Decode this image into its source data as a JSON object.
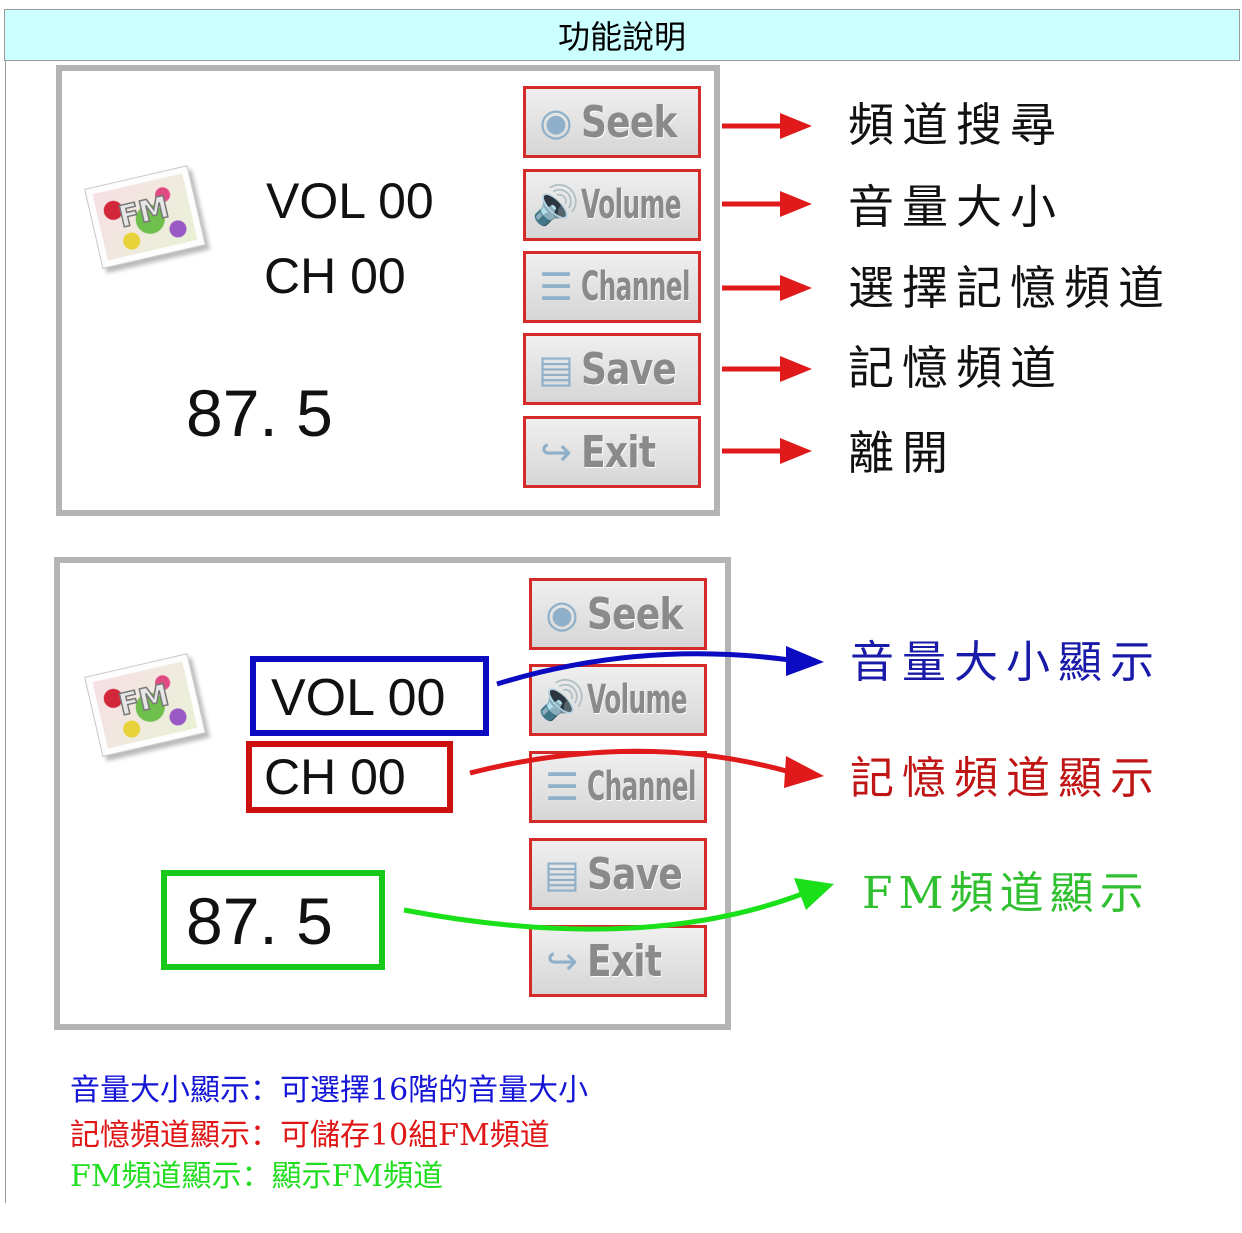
{
  "header": {
    "title": "功能說明"
  },
  "top_panel": {
    "volume_readout": "VOL 00",
    "channel_readout": "CH 00",
    "frequency_readout": "87. 5",
    "logo_text": "FM",
    "buttons": [
      {
        "label": "Seek",
        "icon": "radio-tower-icon"
      },
      {
        "label": "Volume",
        "icon": "speaker-icon"
      },
      {
        "label": "Channel",
        "icon": "channel-list-icon"
      },
      {
        "label": "Save",
        "icon": "save-disk-icon"
      },
      {
        "label": "Exit",
        "icon": "exit-arrow-icon"
      }
    ],
    "annotations": [
      "頻道搜尋",
      "音量大小",
      "選擇記憶頻道",
      "記憶頻道",
      "離開"
    ]
  },
  "bottom_panel": {
    "volume_readout": "VOL 00",
    "channel_readout": "CH 00",
    "frequency_readout": "87. 5",
    "logo_text": "FM",
    "buttons": [
      {
        "label": "Seek",
        "icon": "radio-tower-icon"
      },
      {
        "label": "Volume",
        "icon": "speaker-icon"
      },
      {
        "label": "Channel",
        "icon": "channel-list-icon"
      },
      {
        "label": "Save",
        "icon": "save-disk-icon"
      },
      {
        "label": "Exit",
        "icon": "exit-arrow-icon"
      }
    ],
    "annotations": {
      "volume": "音量大小顯示",
      "channel": "記憶頻道顯示",
      "frequency": "FM頻道顯示"
    }
  },
  "notes": [
    "音量大小顯示：可選擇16階的音量大小",
    "記憶頻道顯示：可儲存10組FM頻道",
    "FM頻道顯示：顯示FM頻道"
  ],
  "colors": {
    "header_bg": "#ccffff",
    "volume_highlight": "#0b0bc2",
    "channel_highlight": "#cc1010",
    "frequency_highlight": "#19c919",
    "arrow_red": "#e01a1a"
  }
}
